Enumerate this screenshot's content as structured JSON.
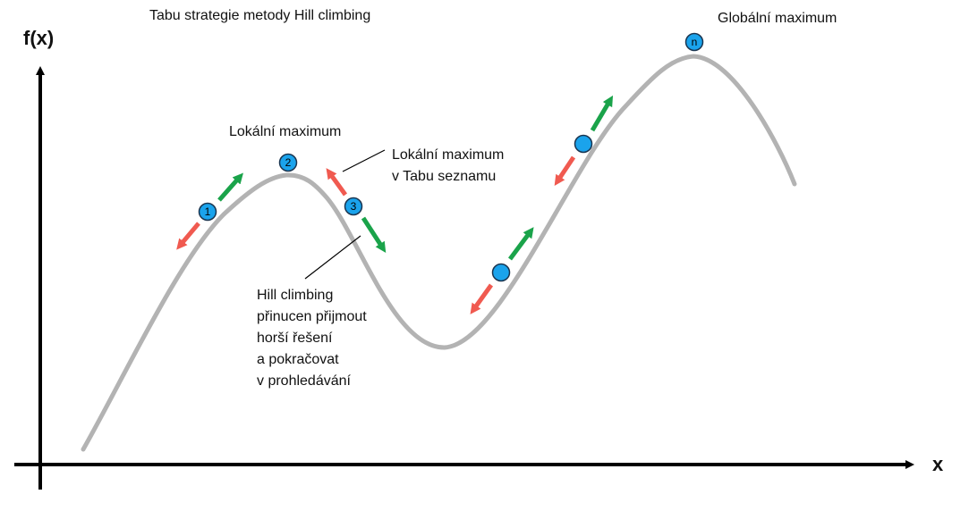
{
  "title": "Tabu strategie metody Hill climbing",
  "axes": {
    "y_label": "f(x)",
    "x_label": "x"
  },
  "labels": {
    "global_max": "Globální maximum",
    "local_max": "Lokální maximum",
    "tabu_note": [
      "Lokální maximum",
      "v Tabu seznamu"
    ],
    "hill_note": [
      "Hill climbing",
      "přinucen přijmout",
      "horší řešení",
      "a pokračovat",
      "v prohledávání"
    ]
  },
  "nodes": [
    "1",
    "2",
    "3",
    "",
    "",
    "n"
  ],
  "colors": {
    "curve": "#b3b3b3",
    "node_fill": "#1aa3ec",
    "node_stroke": "#1a3550",
    "arrow_up": "#1aa34a",
    "arrow_down": "#f05a50",
    "axis": "#000000"
  }
}
